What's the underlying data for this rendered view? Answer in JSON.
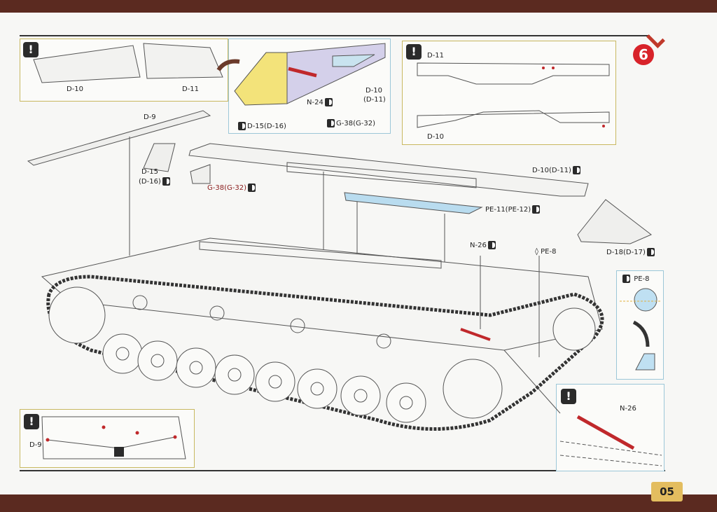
{
  "step_number": "6",
  "page_number": "05",
  "warning_symbol": "!",
  "colors": {
    "brand_bar": "#5b2a20",
    "step_badge": "#d8232a",
    "page_badge": "#e3bd5f",
    "pin_red": "#c0282b"
  },
  "inset_top_left": {
    "labels": [
      "D-10",
      "D-11"
    ]
  },
  "inset_top_middle": {
    "labels": {
      "n24": "N-24",
      "d10": "D-10",
      "d11": "(D-11)",
      "g38": "G-38(G-32)",
      "d15": "D-15(D-16)"
    }
  },
  "inset_top_right": {
    "labels": {
      "d11": "D-11",
      "d10": "D-10"
    }
  },
  "main": {
    "labels": {
      "d9": "D-9",
      "d15": "D-15",
      "d16": "(D-16)",
      "g38": "G-38(G-32)",
      "d10": "D-10(D-11)",
      "pe11": "PE-11(PE-12)",
      "d18": "D-18(D-17)",
      "n26": "N-26",
      "pe8": "PE-8"
    }
  },
  "inset_pe8": {
    "label": "PE-8"
  },
  "inset_bottom_left": {
    "label": "D-9"
  },
  "inset_bottom_right": {
    "label": "N-26"
  }
}
